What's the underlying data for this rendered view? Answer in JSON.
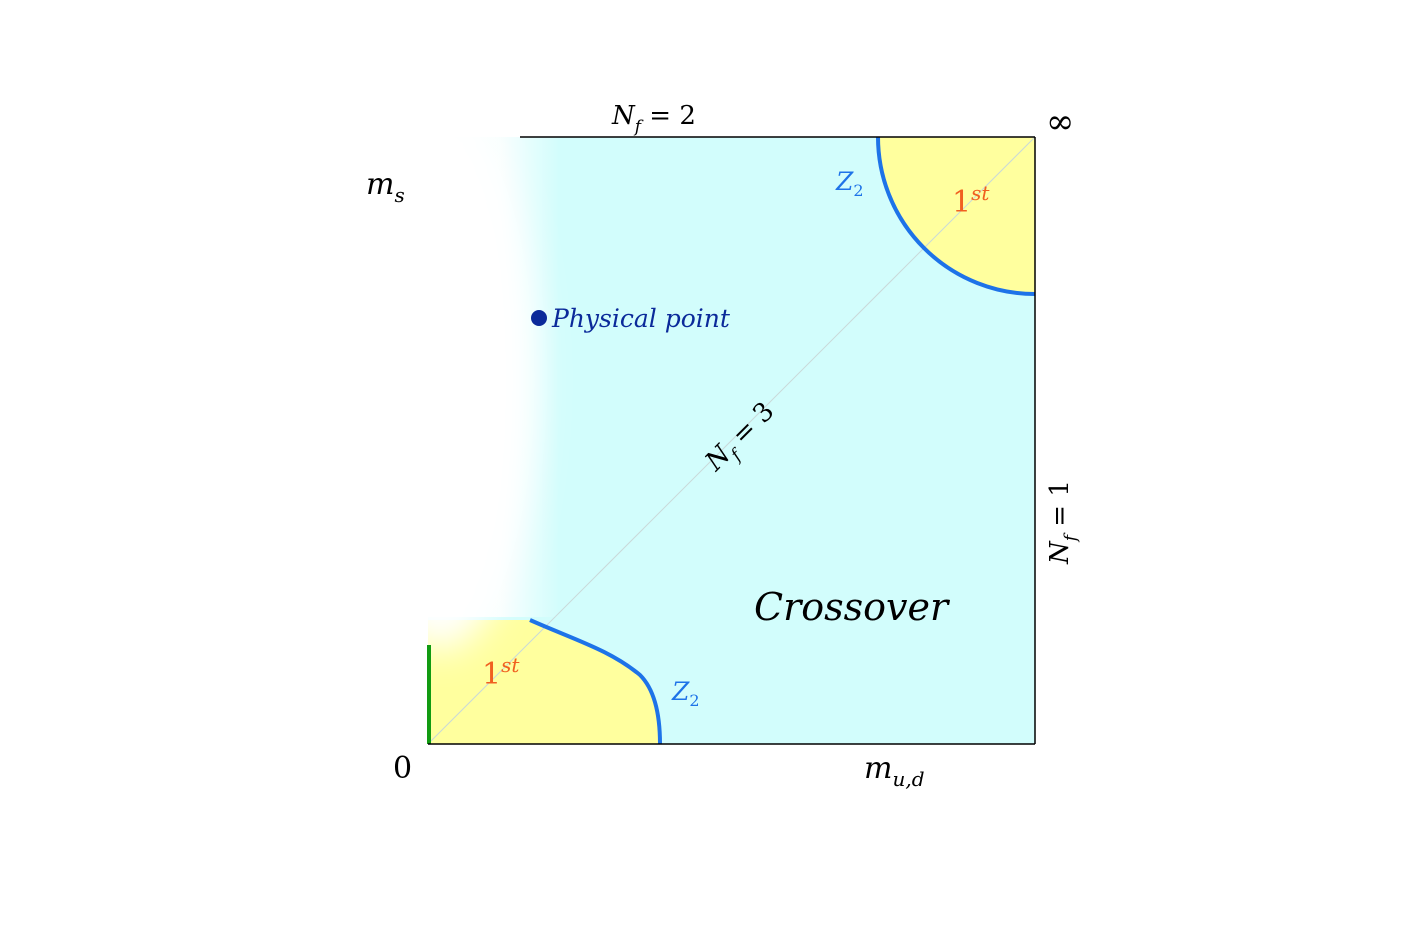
{
  "labels": {
    "top": {
      "base": "N",
      "sub": "f",
      "rest": " = 2"
    },
    "right": {
      "base": "N",
      "sub": "f",
      "rest": " = 1"
    },
    "diagonal": {
      "base": "N",
      "sub": "f",
      "rest": " = 3"
    },
    "y_axis": {
      "base": "m",
      "sub": "s"
    },
    "x_axis": {
      "base": "m",
      "sub": "u,d"
    },
    "origin": "0",
    "infinity": "∞",
    "crossover": "Crossover",
    "physical_point": "Physical point",
    "z2": {
      "base": "Z",
      "sub": "2"
    },
    "first_order": {
      "base": "1",
      "sup": "st"
    }
  },
  "colors": {
    "crossover_region": "#d2fdfc",
    "first_order_region": "#ffff9e",
    "z2_line": "#1e73e8",
    "first_order_text": "#f06020",
    "physical_point": "#0b2a9a",
    "left_edge_line": "#119b11",
    "frame": "#000000",
    "diagonal": "#c9d9d9"
  }
}
